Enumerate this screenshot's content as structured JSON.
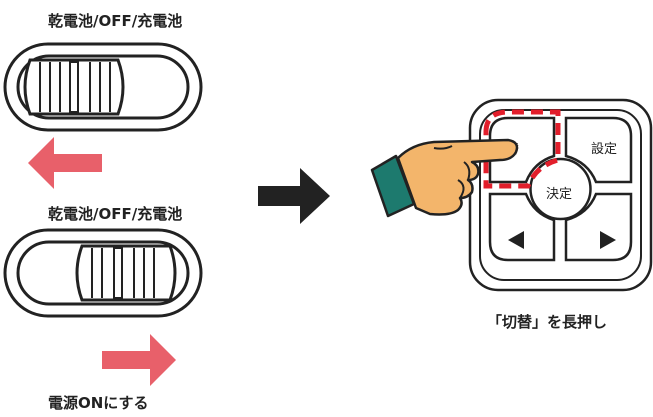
{
  "switch_label_top": "乾電池/OFF/充電池",
  "switch_label_bottom": "乾電池/OFF/充電池",
  "power_on_caption": "電源ONにする",
  "hold_caption": "「切替」を長押し",
  "remote": {
    "kirikae": "切替",
    "settei": "設定",
    "kettei": "決定"
  },
  "colors": {
    "arrow_red": "#e8606a",
    "highlight_red": "#e21e2b",
    "hand_skin": "#f3b56b",
    "cuff_teal": "#1d7a6e",
    "outline": "#222222"
  }
}
